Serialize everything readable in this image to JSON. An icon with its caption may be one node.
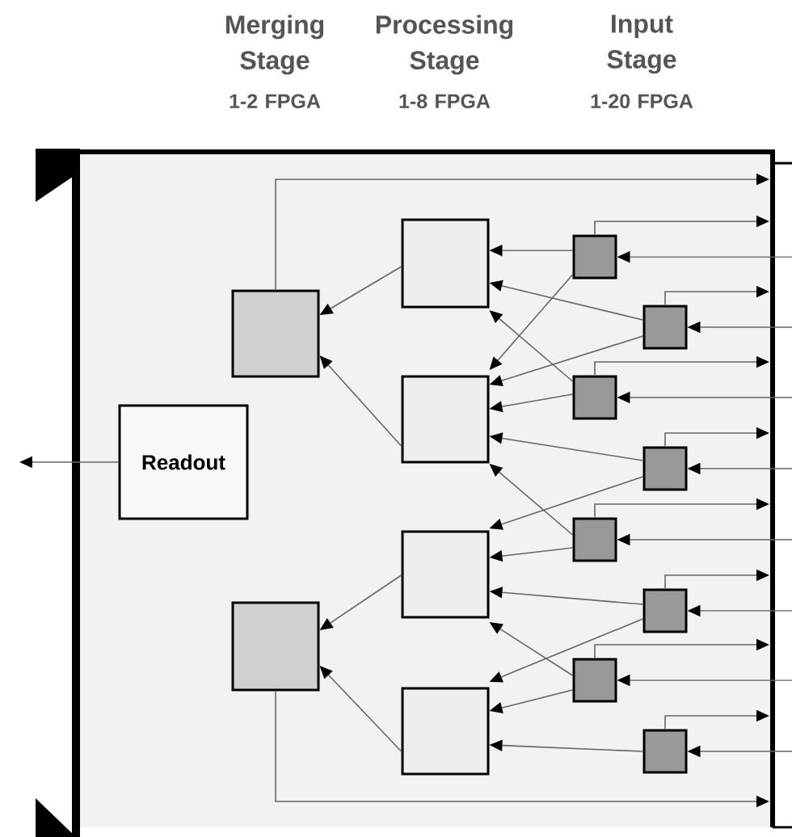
{
  "diagram": {
    "nodes": [
      {
        "text": [
          "Readout"
        ]
      },
      {
        "text": [],
        "shape": "box"
      },
      {
        "text": [],
        "shape": "box"
      },
      {
        "text": [],
        "shape": "box"
      },
      {
        "text": [],
        "shape": "box"
      },
      {
        "text": [],
        "shape": "box"
      },
      {
        "text": [],
        "shape": "box"
      },
      {
        "text": [],
        "shape": "box"
      },
      {
        "text": [],
        "shape": "box"
      },
      {
        "text": [],
        "shape": "box"
      },
      {
        "text": [],
        "shape": "box"
      },
      {
        "text": [],
        "shape": "box"
      },
      {
        "text": [],
        "shape": "box"
      },
      {
        "text": [],
        "shape": "box"
      },
      {
        "text": [],
        "shape": "box"
      }
    ],
    "edges": [
      {
        "from": 0,
        "to": null,
        "arrow": "to"
      },
      {
        "from": 1,
        "to": null,
        "arrow": "to"
      },
      {
        "from": 2,
        "to": null,
        "arrow": "to"
      },
      {
        "from": 3,
        "to": 1,
        "arrow": "to"
      },
      {
        "from": 4,
        "to": 1,
        "arrow": "to"
      },
      {
        "from": 5,
        "to": 2,
        "arrow": "to"
      },
      {
        "from": 6,
        "to": 2,
        "arrow": "to"
      },
      {
        "from": 7,
        "to": 3,
        "arrow": "to"
      },
      {
        "from": 7,
        "to": 4,
        "arrow": "to"
      },
      {
        "from": 8,
        "to": 3,
        "arrow": "to"
      },
      {
        "from": 8,
        "to": 4,
        "arrow": "to"
      },
      {
        "from": 9,
        "to": 3,
        "arrow": "to"
      },
      {
        "from": 9,
        "to": 4,
        "arrow": "to"
      },
      {
        "from": 10,
        "to": 4,
        "arrow": "to"
      },
      {
        "from": 10,
        "to": 5,
        "arrow": "to"
      },
      {
        "from": 11,
        "to": 4,
        "arrow": "to"
      },
      {
        "from": 11,
        "to": 5,
        "arrow": "to"
      },
      {
        "from": 12,
        "to": 5,
        "arrow": "to"
      },
      {
        "from": 12,
        "to": 6,
        "arrow": "to"
      },
      {
        "from": 13,
        "to": 5,
        "arrow": "to"
      },
      {
        "from": 13,
        "to": 6,
        "arrow": "to"
      },
      {
        "from": 14,
        "to": 6,
        "arrow": "to"
      },
      {
        "from": null,
        "to": 7,
        "arrow": "to"
      },
      {
        "from": 7,
        "to": null,
        "arrow": "to"
      },
      {
        "from": null,
        "to": 8,
        "arrow": "to"
      },
      {
        "from": 8,
        "to": null,
        "arrow": "to"
      },
      {
        "from": null,
        "to": 9,
        "arrow": "to"
      },
      {
        "from": 9,
        "to": null,
        "arrow": "to"
      },
      {
        "from": null,
        "to": 10,
        "arrow": "to"
      },
      {
        "from": 10,
        "to": null,
        "arrow": "to"
      },
      {
        "from": null,
        "to": 11,
        "arrow": "to"
      },
      {
        "from": 11,
        "to": null,
        "arrow": "to"
      },
      {
        "from": null,
        "to": 12,
        "arrow": "to"
      },
      {
        "from": 12,
        "to": null,
        "arrow": "to"
      },
      {
        "from": null,
        "to": 13,
        "arrow": "to"
      },
      {
        "from": 13,
        "to": null,
        "arrow": "to"
      },
      {
        "from": null,
        "to": 14,
        "arrow": "to"
      },
      {
        "from": 14,
        "to": null,
        "arrow": "to"
      }
    ],
    "labels": [
      "Merging Stage",
      "1-2 FPGA",
      "Processing Stage",
      "1-8 FPGA",
      "Input Stage",
      "1-20 FPGA"
    ]
  }
}
